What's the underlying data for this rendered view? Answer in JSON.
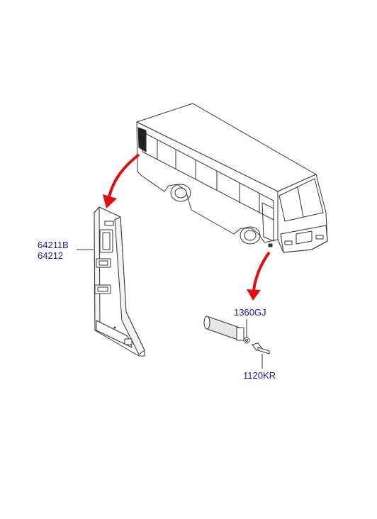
{
  "colors": {
    "label": "#1a1aa6",
    "arrow": "#e01010",
    "line": "#333333",
    "background": "#ffffff"
  },
  "callouts": [
    {
      "id": "pillar-trim",
      "codes": [
        "64211B",
        "64212"
      ]
    },
    {
      "id": "grommet",
      "codes": [
        "1360GJ"
      ]
    },
    {
      "id": "screw",
      "codes": [
        "1120KR"
      ]
    }
  ]
}
